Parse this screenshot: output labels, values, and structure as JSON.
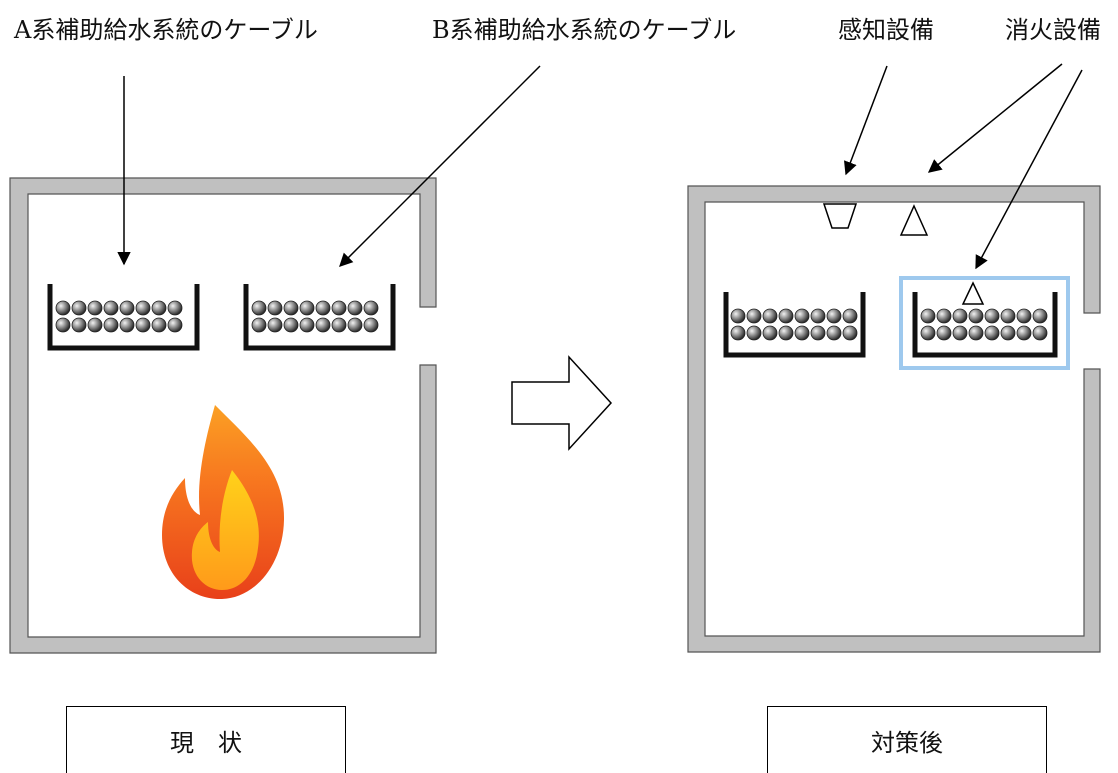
{
  "labels": {
    "cable_a": "A系補助給水系統のケーブル",
    "cable_b": "B系補助給水系統のケーブル",
    "detection": "感知設備",
    "extinguishing": "消火設備"
  },
  "captions": {
    "current": "現　状",
    "after": "対策後"
  },
  "colors": {
    "wall": "#c0c0c0",
    "outline": "#555555",
    "tray": "#111111",
    "extinguish_highlight": "#9ec9ee",
    "flame_outer": "#f25a1a",
    "flame_inner": "#ffc20e"
  },
  "icons": {
    "arrow": "hollow-right-arrow",
    "flame": "fire-icon",
    "detector": "trapezoid-detector-icon",
    "nozzle": "triangle-nozzle-icon"
  }
}
